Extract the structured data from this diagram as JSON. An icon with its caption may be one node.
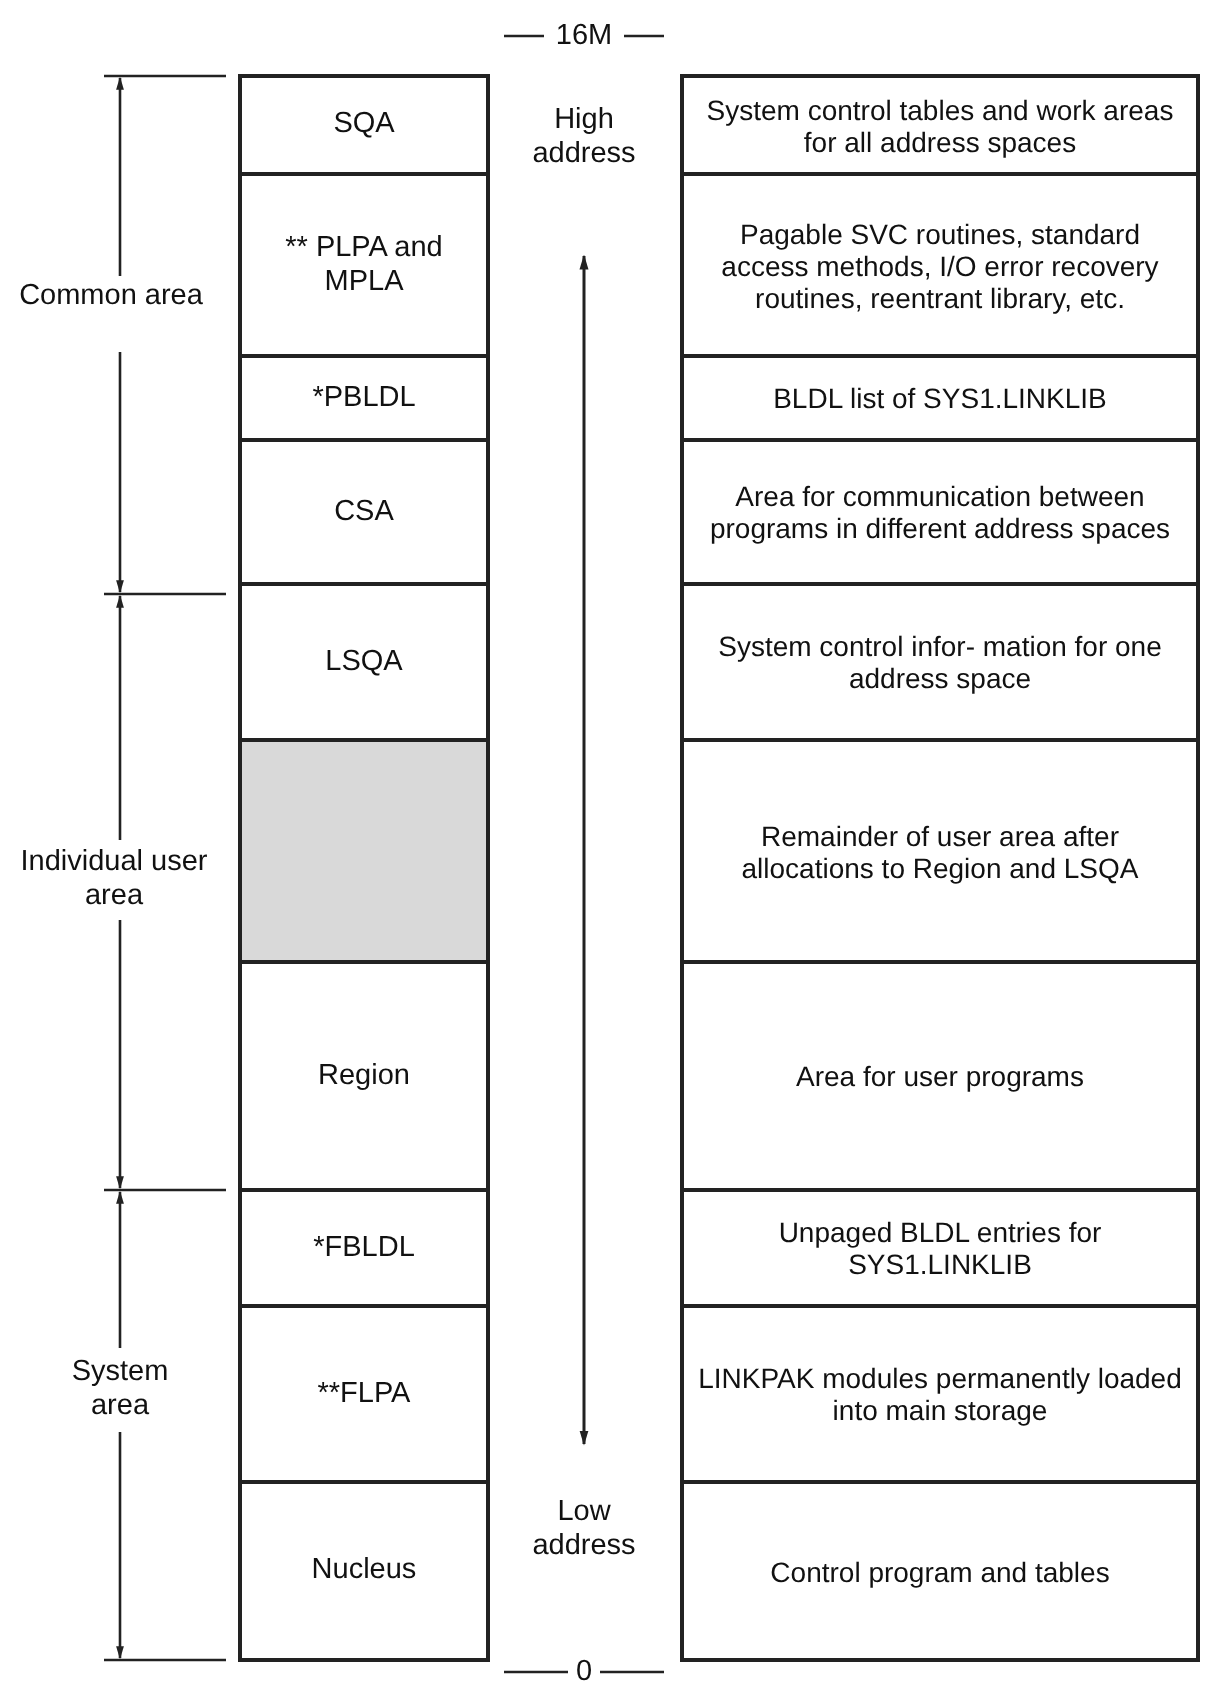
{
  "diagram": {
    "nodes": [
      {
        "text": [
          "SQA"
        ]
      },
      {
        "text": [
          "System control tables and work areas for all address spaces"
        ]
      },
      {
        "text": [
          "** PLPA and MPLA"
        ]
      },
      {
        "text": [
          "Pagable SVC routines, standard access methods, I/O error recovery routines, reentrant library, etc."
        ]
      },
      {
        "text": [
          "*PBLDL"
        ]
      },
      {
        "text": [
          "BLDL list of SYS1.LINKLIB"
        ]
      },
      {
        "text": [
          "CSA"
        ]
      },
      {
        "text": [
          "Area for communication between programs in different address spaces"
        ]
      },
      {
        "text": [
          "LSQA"
        ]
      },
      {
        "text": [
          "System control infor- mation for one address space"
        ]
      },
      {
        "text": [],
        "shape": "box"
      },
      {
        "text": [
          "Remainder of user area after allocations to Region and LSQA"
        ]
      },
      {
        "text": [
          "Region"
        ]
      },
      {
        "text": [
          "Area for user programs"
        ]
      },
      {
        "text": [
          "*FBLDL"
        ]
      },
      {
        "text": [
          "Unpaged BLDL entries for SYS1.LINKLIB"
        ]
      },
      {
        "text": [
          "**FLPA"
        ]
      },
      {
        "text": [
          "LINKPAK modules permanently loaded into main storage"
        ]
      },
      {
        "text": [
          "Nucleus"
        ]
      },
      {
        "text": [
          "Control program and tables"
        ]
      }
    ],
    "labels": [
      "16M",
      "High address",
      "Common area",
      "Individual user area",
      "System area",
      "Low address",
      "0"
    ]
  }
}
